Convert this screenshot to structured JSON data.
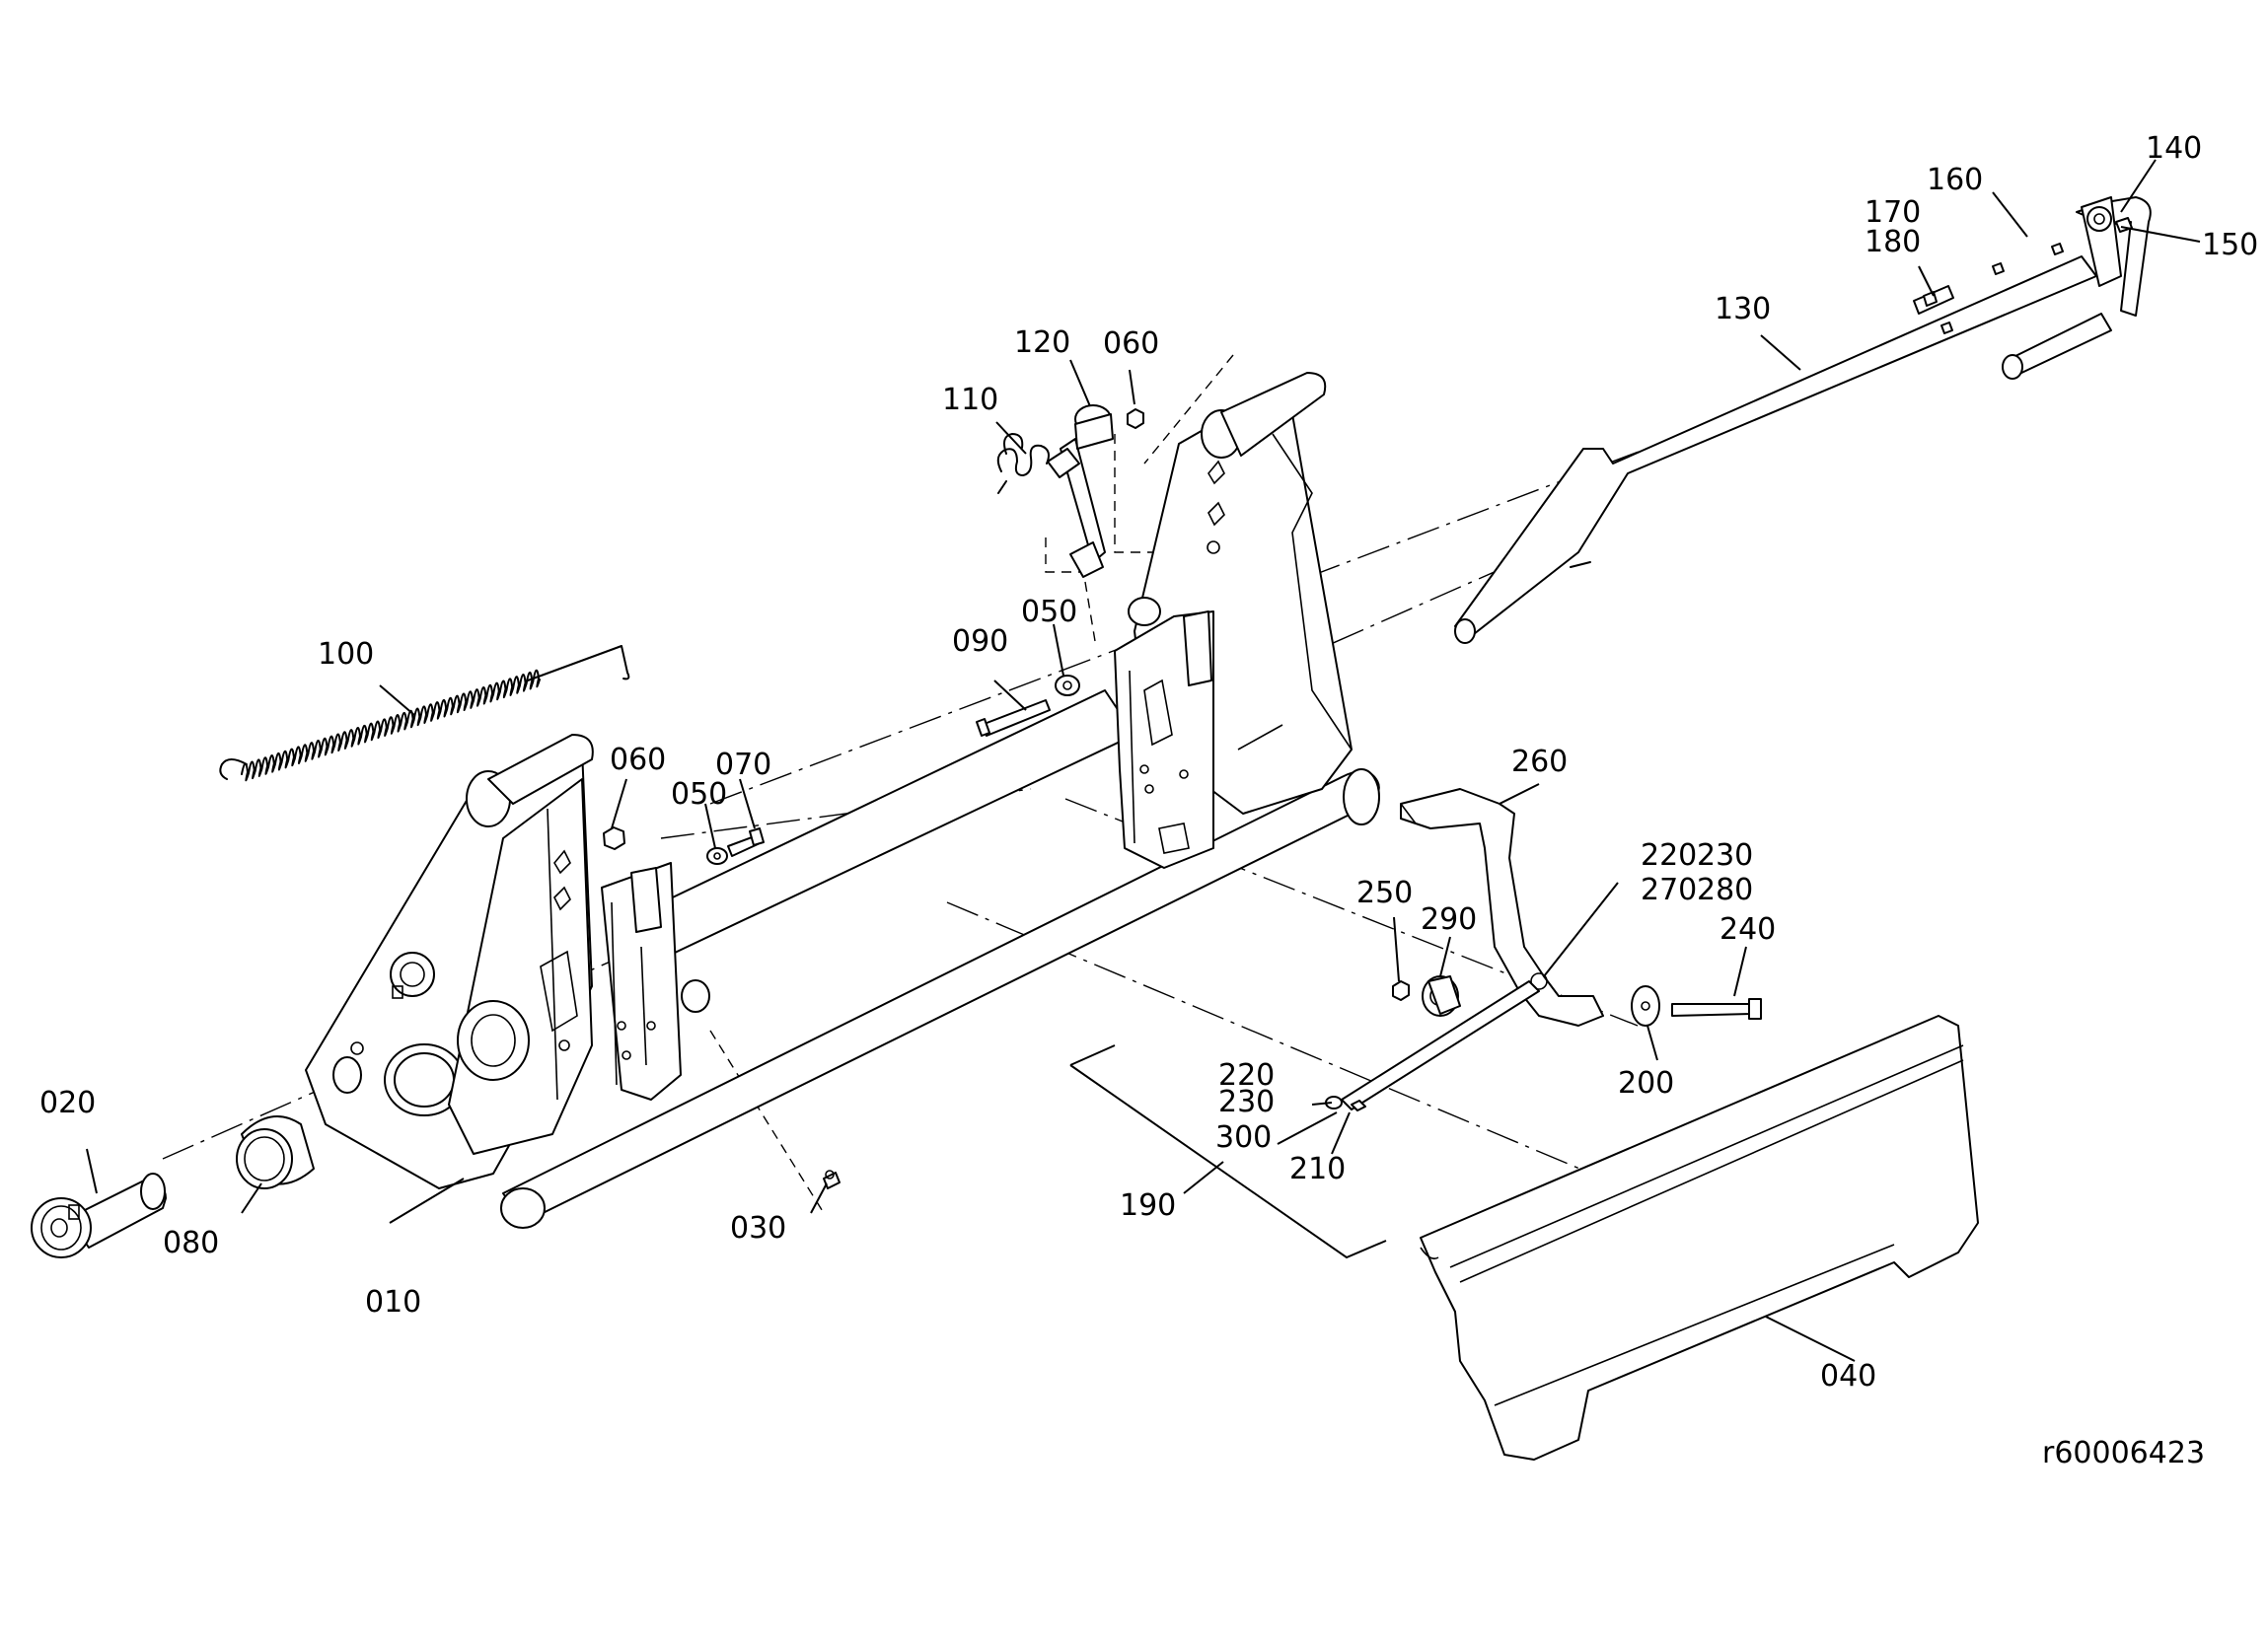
{
  "drawing_id": "r60006423",
  "callouts": {
    "p010": "010",
    "p020": "020",
    "p030": "030",
    "p040": "040",
    "p050a": "050",
    "p050b": "050",
    "p060a": "060",
    "p060b": "060",
    "p070": "070",
    "p080": "080",
    "p090": "090",
    "p100": "100",
    "p110": "110",
    "p120": "120",
    "p130": "130",
    "p140": "140",
    "p150": "150",
    "p160": "160",
    "p170": "170",
    "p180": "180",
    "p190": "190",
    "p200": "200",
    "p210": "210",
    "p220a": "220",
    "p230a": "230",
    "p220b": "220",
    "p230b": "230",
    "p240": "240",
    "p250": "250",
    "p260": "260",
    "p270": "270",
    "p280": "280",
    "p290": "290",
    "p300": "300"
  }
}
